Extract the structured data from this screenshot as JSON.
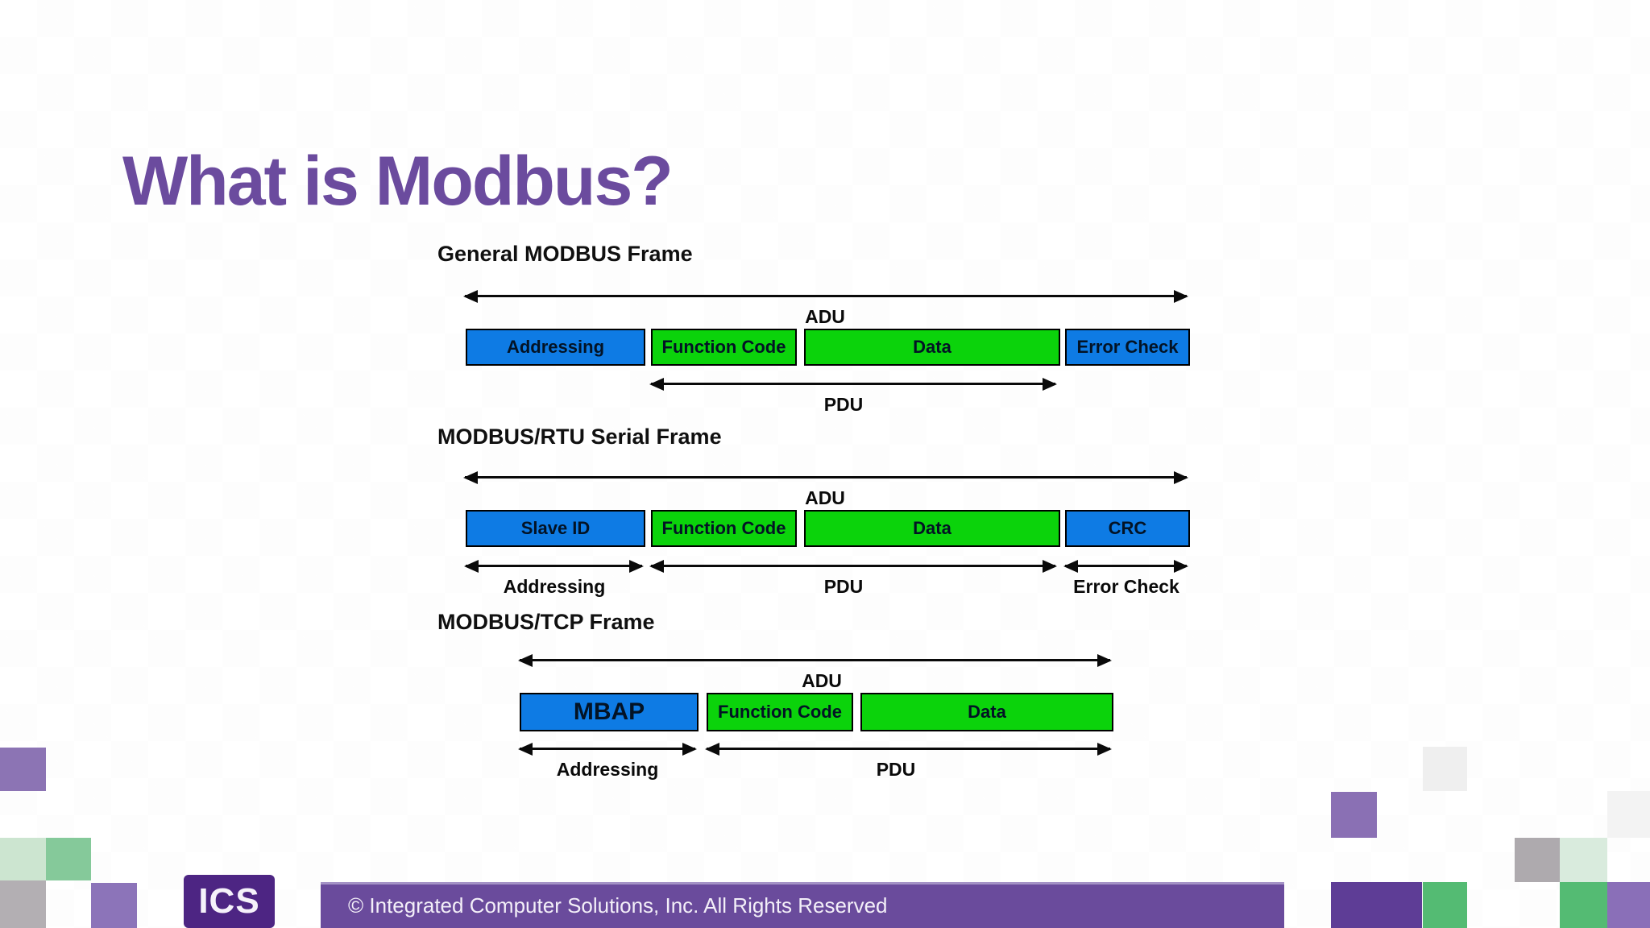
{
  "slide": {
    "title": "What is Modbus?"
  },
  "colors": {
    "title_purple": "#6B4B9E",
    "box_blue": "#0E7BE4",
    "box_green": "#0BD30B",
    "bar_purple": "#6A4B9C",
    "logo_purple": "#4D2583"
  },
  "diagrams": [
    {
      "title": "General MODBUS Frame",
      "top_span_label": "ADU",
      "boxes": [
        {
          "label": "Addressing"
        },
        {
          "label": "Function Code"
        },
        {
          "label": "Data"
        },
        {
          "label": "Error Check"
        }
      ],
      "bottom_spans": [
        {
          "label": "PDU"
        }
      ]
    },
    {
      "title": "MODBUS/RTU Serial Frame",
      "top_span_label": "ADU",
      "boxes": [
        {
          "label": "Slave ID"
        },
        {
          "label": "Function Code"
        },
        {
          "label": "Data"
        },
        {
          "label": "CRC"
        }
      ],
      "bottom_spans": [
        {
          "label": "Addressing"
        },
        {
          "label": "PDU"
        },
        {
          "label": "Error Check"
        }
      ]
    },
    {
      "title": "MODBUS/TCP Frame",
      "top_span_label": "ADU",
      "boxes": [
        {
          "label": "MBAP"
        },
        {
          "label": "Function Code"
        },
        {
          "label": "Data"
        }
      ],
      "bottom_spans": [
        {
          "label": "Addressing"
        },
        {
          "label": "PDU"
        }
      ]
    }
  ],
  "footer": {
    "logo_text": "ICS",
    "copyright": "© Integrated Computer Solutions, Inc. All Rights Reserved"
  }
}
